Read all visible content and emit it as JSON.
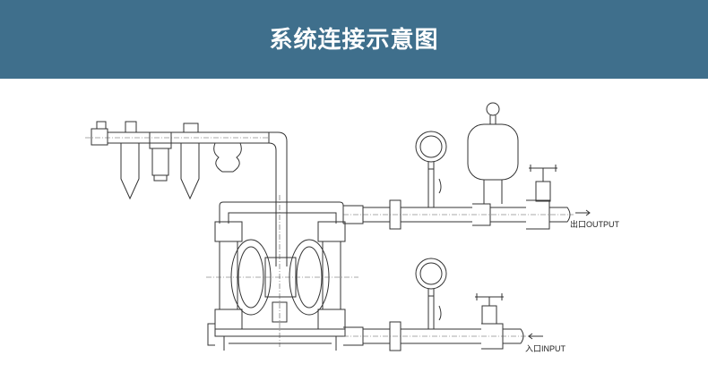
{
  "header": {
    "title": "系统连接示意图",
    "background_color": "#3f6f8c"
  },
  "diagram": {
    "outlet_label": "出口OUTPUT",
    "inlet_label": "入口INPUT",
    "components": [
      "air-filter-regulator-lubricator",
      "air-supply-pipe",
      "diaphragm-pump",
      "pressure-gauge",
      "pulsation-dampener",
      "globe-valve",
      "outlet-pipe",
      "inlet-pipe"
    ]
  }
}
